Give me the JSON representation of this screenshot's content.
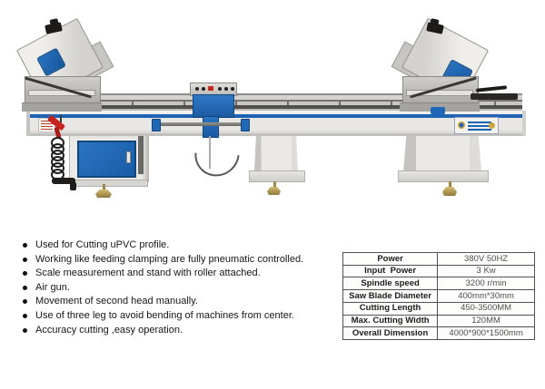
{
  "machine": {
    "description": "double head cutting saw machine photo",
    "colors": {
      "accent_blue": "#1e63b4",
      "panel_blue": "#2068b5",
      "body_gray": "#e9e7e3",
      "rail_dark": "#514f4b",
      "foot_gold": "#b59a4e",
      "air_gun_red": "#c6251f"
    }
  },
  "features": {
    "items": [
      "Used for Cutting uPVC profile.",
      "Working like feeding clamping are fully pneumatic controlled.",
      "Scale measurement and stand with roller attached.",
      "Air gun.",
      "Movement of second head manually.",
      "Use of three leg to avoid bending of machines from center.",
      "Accuracy cutting ,easy operation."
    ]
  },
  "specs": {
    "rows": [
      {
        "label": "Power",
        "value": "380V 50HZ"
      },
      {
        "label": "Input  Power",
        "value": "3 Kw"
      },
      {
        "label": "Spindle speed",
        "value": "3200 r/min"
      },
      {
        "label": "Saw Blade Diameter",
        "value": "400mm*30mm"
      },
      {
        "label": "Cutting Length",
        "value": "450-3500MM"
      },
      {
        "label": "Max. Cutting Width",
        "value": "120MM"
      },
      {
        "label": "Overall Dimension",
        "value": "4000*900*1500mm"
      }
    ]
  }
}
